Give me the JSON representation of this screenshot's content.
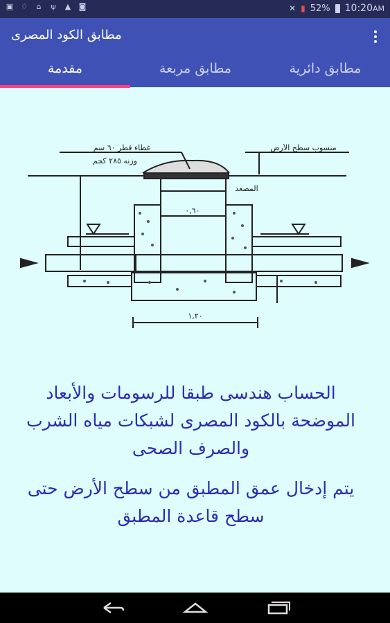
{
  "status_bar": {
    "battery_percent": "52%",
    "time": "10:20",
    "time_suffix": "AM",
    "icons": [
      "app-notification-icon",
      "lightbulb-icon",
      "home-icon",
      "usb-icon",
      "warning-icon",
      "controller-icon",
      "mute-icon",
      "no-sim-icon",
      "battery-charging-icon"
    ]
  },
  "app_bar": {
    "title": "مطابق الكود المصرى",
    "menu_icon": "overflow-menu-icon"
  },
  "tabs": [
    {
      "label": "مقدمة",
      "active": true
    },
    {
      "label": "مطابق مربعة",
      "active": false
    },
    {
      "label": "مطابق دائرية",
      "active": false
    }
  ],
  "diagram": {
    "cover_label_1": "غطاء قطر ٦٠ سم",
    "cover_label_2": "وزنه ٢٨٥ كجم",
    "ground_label": "منسوب سطح الأرض",
    "inner_dim": "٠,٦٠",
    "base_dim": "١,٢٠",
    "side_label": "المصعد"
  },
  "body": {
    "paragraph_1": "الحساب هندسى طبقا للرسومات والأبعاد الموضحة بالكود المصرى لشبكات مياه الشرب والصرف الصحى",
    "paragraph_2": "يتم إدخال عمق المطبق من سطح الأرض حتى سطح قاعدة المطبق"
  },
  "nav_bar": {
    "icons": [
      "back-icon",
      "home-icon",
      "recents-icon"
    ]
  },
  "colors": {
    "status_bar": "#262a56",
    "app_bar": "#3f51b5",
    "tab_indicator": "#ff4081",
    "background": "#dffdfd",
    "text": "#2b2db0"
  }
}
